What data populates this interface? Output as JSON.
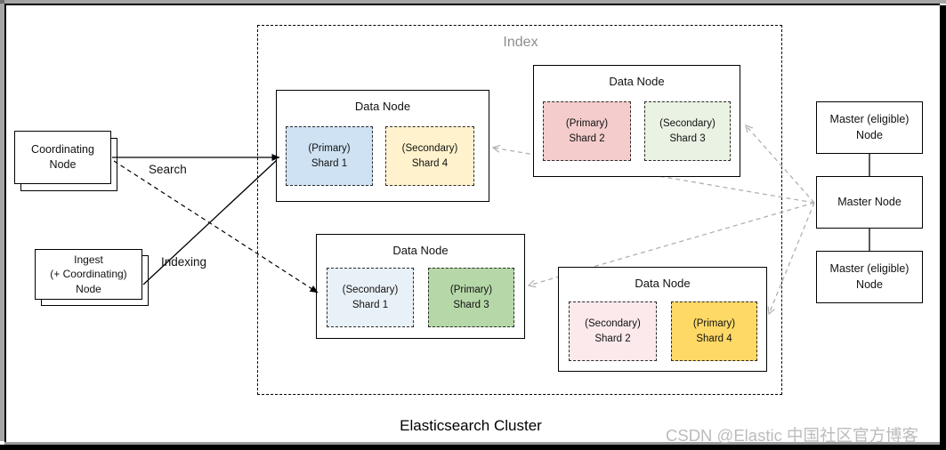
{
  "diagram": {
    "index_label": "Index",
    "cluster_label": "Elasticsearch Cluster",
    "watermark": "CSDN @Elastic 中国社区官方博客",
    "coordinating_node": {
      "line1": "Coordinating",
      "line2": "Node"
    },
    "ingest_node": {
      "line1": "Ingest",
      "line2": "(+ Coordinating)",
      "line3": "Node"
    },
    "flows": {
      "search": "Search",
      "indexing": "Indexing"
    },
    "data_nodes": [
      {
        "title": "Data Node",
        "shards": [
          {
            "role": "(Primary)",
            "name": "Shard 1",
            "color": "#cfe2f3"
          },
          {
            "role": "(Secondary)",
            "name": "Shard 4",
            "color": "#fff2cc"
          }
        ]
      },
      {
        "title": "Data Node",
        "shards": [
          {
            "role": "(Primary)",
            "name": "Shard 2",
            "color": "#f4cccc"
          },
          {
            "role": "(Secondary)",
            "name": "Shard 3",
            "color": "#eaf2e3"
          }
        ]
      },
      {
        "title": "Data Node",
        "shards": [
          {
            "role": "(Secondary)",
            "name": "Shard 1",
            "color": "#e9f1f8"
          },
          {
            "role": "(Primary)",
            "name": "Shard 3",
            "color": "#b6d7a8"
          }
        ]
      },
      {
        "title": "Data Node",
        "shards": [
          {
            "role": "(Secondary)",
            "name": "Shard 2",
            "color": "#fbe9ec"
          },
          {
            "role": "(Primary)",
            "name": "Shard 4",
            "color": "#ffd966"
          }
        ]
      }
    ],
    "master_nodes": [
      {
        "line1": "Master (eligible)",
        "line2": "Node"
      },
      {
        "line1": "Master Node",
        "line2": ""
      },
      {
        "line1": "Master (eligible)",
        "line2": "Node"
      }
    ],
    "colors": {
      "master_link_gray": "#b0b0b0",
      "index_label_gray": "#8e8e8e",
      "watermark_gray": "#bcbcbc"
    }
  }
}
